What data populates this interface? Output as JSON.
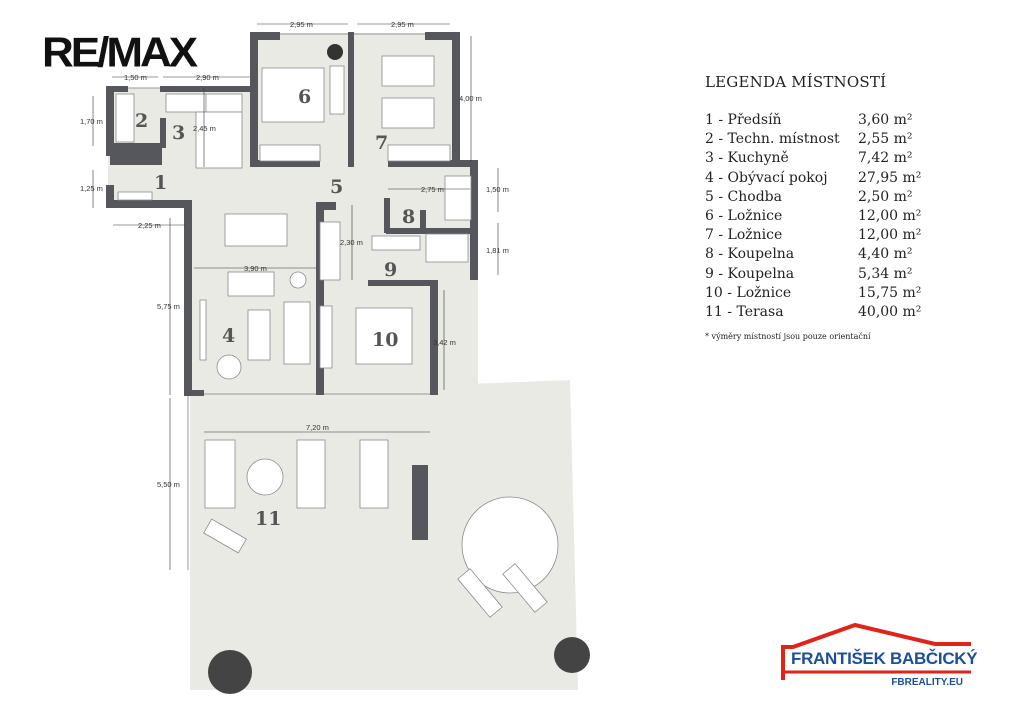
{
  "logos": {
    "remax": "RE/MAX",
    "fb_name": "FRANTIŠEK BABČICKÝ",
    "fb_url": "FBREALITY.EU"
  },
  "legend": {
    "title": "LEGENDA MÍSTNOSTÍ",
    "rooms": [
      {
        "name": "1 - Předsíň",
        "area": "3,60 m²"
      },
      {
        "name": "2 - Techn. místnost",
        "area": "2,55 m²"
      },
      {
        "name": "3 - Kuchyně",
        "area": "7,42 m²"
      },
      {
        "name": "4 - Obývací pokoj",
        "area": "27,95 m²"
      },
      {
        "name": "5 - Chodba",
        "area": "2,50 m²"
      },
      {
        "name": "6 - Ložnice",
        "area": "12,00 m²"
      },
      {
        "name": "7 - Ložnice",
        "area": "12,00 m²"
      },
      {
        "name": "8 - Koupelna",
        "area": "4,40 m²"
      },
      {
        "name": "9 - Koupelna",
        "area": "5,34 m²"
      },
      {
        "name": "10 - Ložnice",
        "area": "15,75 m²"
      },
      {
        "name": "11 - Terasa",
        "area": "40,00 m²"
      }
    ],
    "note": "* výměry místností jsou pouze orientační"
  },
  "room_numbers": [
    "1",
    "2",
    "3",
    "4",
    "5",
    "6",
    "7",
    "8",
    "9",
    "10",
    "11"
  ],
  "dimensions": [
    "2,95 m",
    "2,95 m",
    "1,50 m",
    "2,90 m",
    "1,70 m",
    "2,45 m",
    "4,00 m",
    "1,25 m",
    "2,75 m",
    "1,50 m",
    "2,25 m",
    "2,30 m",
    "1,81 m",
    "3,90 m",
    "5,75 m",
    "3,42 m",
    "7,20 m",
    "5,50 m"
  ],
  "colors": {
    "wall": "#55575c",
    "floor": "#e9eae4",
    "fb_blue": "#1b4f9c",
    "fb_red": "#e2231a"
  }
}
